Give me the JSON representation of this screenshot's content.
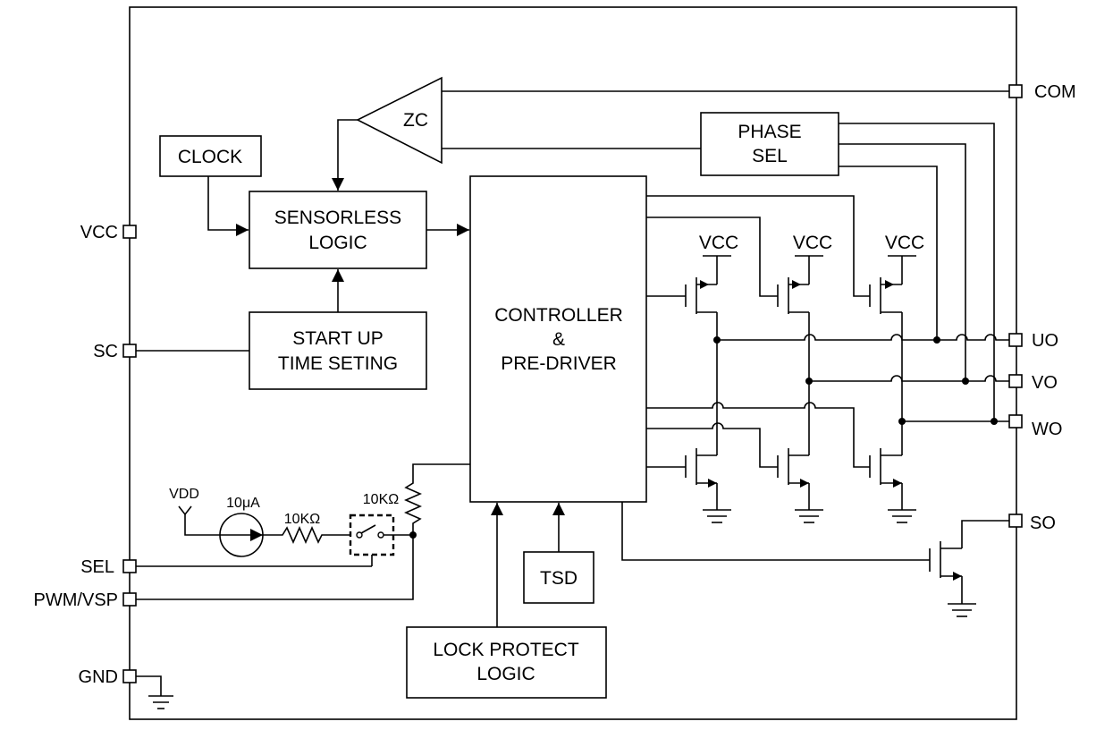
{
  "blocks": {
    "clock": "CLOCK",
    "sensorless_1": "SENSORLESS",
    "sensorless_2": "LOGIC",
    "startup_1": "START UP",
    "startup_2": "TIME SETING",
    "controller_1": "CONTROLLER",
    "controller_2": "&",
    "controller_3": "PRE-DRIVER",
    "phase_1": "PHASE",
    "phase_2": "SEL",
    "zc": "ZC",
    "tsd": "TSD",
    "lock_1": "LOCK PROTECT",
    "lock_2": "LOGIC"
  },
  "pins": {
    "vcc": "VCC",
    "sc": "SC",
    "sel": "SEL",
    "pwm": "PWM/VSP",
    "gnd": "GND",
    "com": "COM",
    "uo": "UO",
    "vo": "VO",
    "wo": "WO",
    "so": "SO"
  },
  "supplies": {
    "vcc": "VCC",
    "vdd": "VDD"
  },
  "components": {
    "current_source": "10μA",
    "resistor_1": "10KΩ",
    "resistor_2": "10KΩ"
  },
  "colors": {
    "line": "#000000",
    "background": "#ffffff"
  }
}
